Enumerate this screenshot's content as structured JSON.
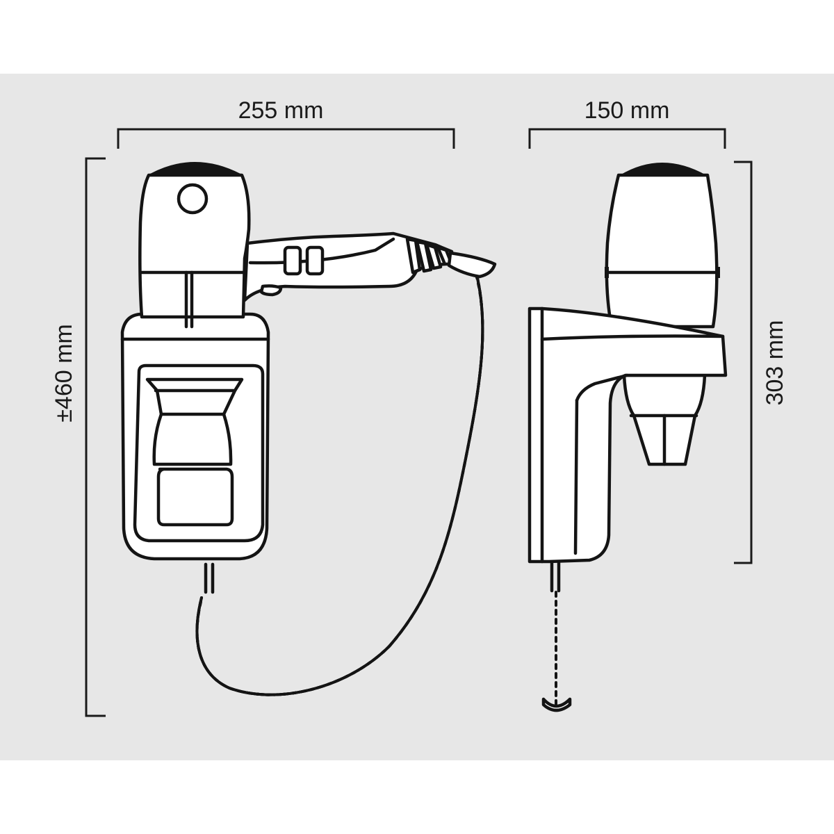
{
  "dimensions": {
    "front_width": "255 mm",
    "side_depth": "150 mm",
    "overall_height": "±460 mm",
    "side_height": "303 mm"
  },
  "colors": {
    "background": "#e7e7e7",
    "line": "#141414",
    "fill": "#ffffff"
  }
}
